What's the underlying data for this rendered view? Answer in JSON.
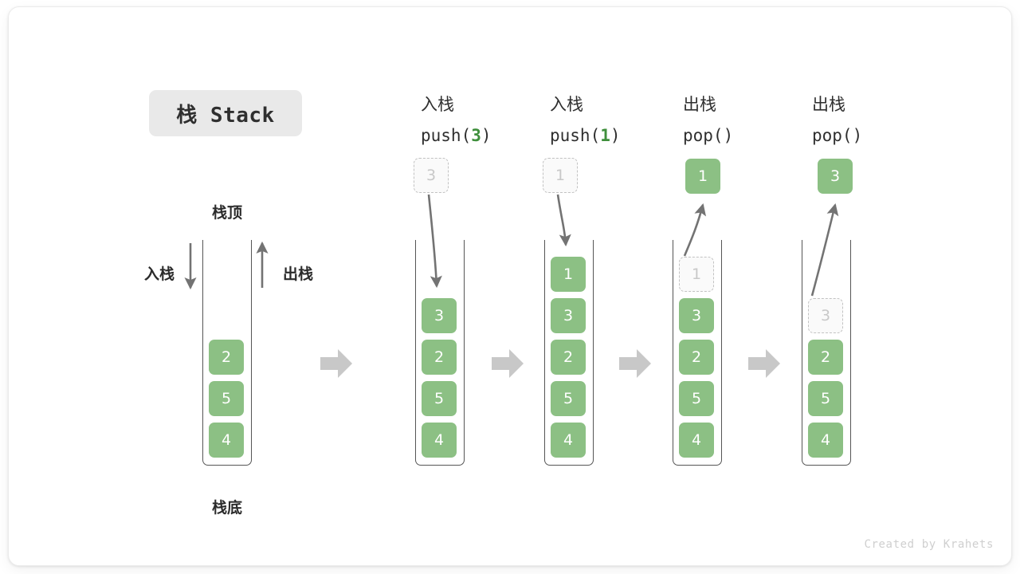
{
  "title": {
    "text": "栈 Stack"
  },
  "labels": {
    "top": "栈顶",
    "bottom": "栈底",
    "push_side": "入栈",
    "pop_side": "出栈"
  },
  "watermark": "Created by Krahets",
  "colors": {
    "element_green": "#8cc084",
    "ghost_border": "#c2c2c2",
    "ghost_text": "#c8c8c8",
    "arrow_grey": "#737373",
    "block_arrow_grey": "#c8c8c8",
    "title_chip_bg": "#e9e9e9",
    "accent_green_text": "#3f8f3c"
  },
  "columns": [
    {
      "id": "initial",
      "head_cn": "",
      "head_op": "",
      "head_arg": "",
      "float_cell": null,
      "cells": [
        {
          "value": "2",
          "state": "solid"
        },
        {
          "value": "5",
          "state": "solid"
        },
        {
          "value": "4",
          "state": "solid"
        }
      ]
    },
    {
      "id": "push-3",
      "head_cn": "入栈",
      "head_op_prefix": "push(",
      "head_arg": "3",
      "head_op_suffix": ")",
      "float_cell": {
        "value": "3",
        "state": "ghost"
      },
      "cells": [
        {
          "value": "3",
          "state": "solid"
        },
        {
          "value": "2",
          "state": "solid"
        },
        {
          "value": "5",
          "state": "solid"
        },
        {
          "value": "4",
          "state": "solid"
        }
      ]
    },
    {
      "id": "push-1",
      "head_cn": "入栈",
      "head_op_prefix": "push(",
      "head_arg": "1",
      "head_op_suffix": ")",
      "float_cell": {
        "value": "1",
        "state": "ghost"
      },
      "cells": [
        {
          "value": "1",
          "state": "solid"
        },
        {
          "value": "3",
          "state": "solid"
        },
        {
          "value": "2",
          "state": "solid"
        },
        {
          "value": "5",
          "state": "solid"
        },
        {
          "value": "4",
          "state": "solid"
        }
      ]
    },
    {
      "id": "pop-1",
      "head_cn": "出栈",
      "head_op_prefix": "pop(",
      "head_arg": "",
      "head_op_suffix": ")",
      "float_cell": {
        "value": "1",
        "state": "solid"
      },
      "cells": [
        {
          "value": "1",
          "state": "ghost"
        },
        {
          "value": "3",
          "state": "solid"
        },
        {
          "value": "2",
          "state": "solid"
        },
        {
          "value": "5",
          "state": "solid"
        },
        {
          "value": "4",
          "state": "solid"
        }
      ]
    },
    {
      "id": "pop-3",
      "head_cn": "出栈",
      "head_op_prefix": "pop(",
      "head_arg": "",
      "head_op_suffix": ")",
      "float_cell": {
        "value": "3",
        "state": "solid"
      },
      "cells": [
        {
          "value": "3",
          "state": "ghost"
        },
        {
          "value": "2",
          "state": "solid"
        },
        {
          "value": "5",
          "state": "solid"
        },
        {
          "value": "4",
          "state": "solid"
        }
      ]
    }
  ]
}
